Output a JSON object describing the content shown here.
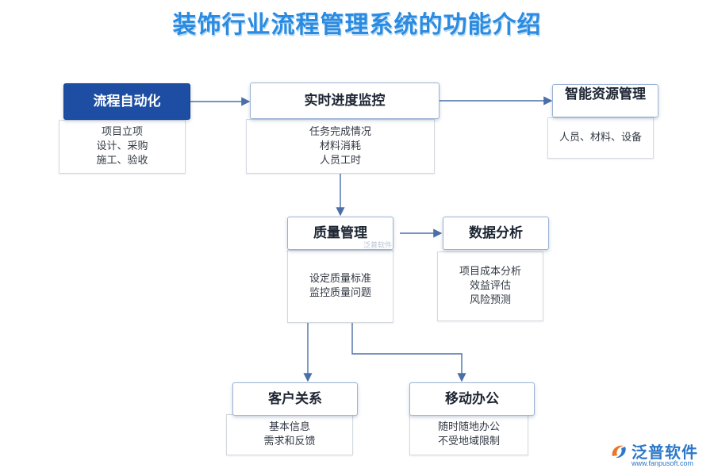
{
  "title": "装饰行业流程管理系统的功能介绍",
  "nodes": {
    "process": {
      "label": "流程自动化",
      "details": [
        "项目立项",
        "设计、采购",
        "施工、验收"
      ]
    },
    "progress": {
      "label": "实时进度监控",
      "details": [
        "任务完成情况",
        "材料消耗",
        "人员工时"
      ]
    },
    "resource": {
      "label": "智能资源管理",
      "details": [
        "人员、材料、设备"
      ]
    },
    "quality": {
      "label": "质量管理",
      "details": [
        "设定质量标准",
        "监控质量问题"
      ]
    },
    "data": {
      "label": "数据分析",
      "details": [
        "项目成本分析",
        "效益评估",
        "风险预测"
      ]
    },
    "customer": {
      "label": "客户关系",
      "details": [
        "基本信息",
        "需求和反馈"
      ]
    },
    "mobile": {
      "label": "移动办公",
      "details": [
        "随时随地办公",
        "不受地域限制"
      ]
    }
  },
  "inline_watermark": "泛普软件",
  "logo": {
    "name": "泛普软件",
    "url": "www.fanpusoft.com"
  },
  "colors": {
    "title": "#2a8be0",
    "primary_node": "#1d4ea3",
    "arrow": "#4a6fa8",
    "logo": "#2b78c8"
  }
}
